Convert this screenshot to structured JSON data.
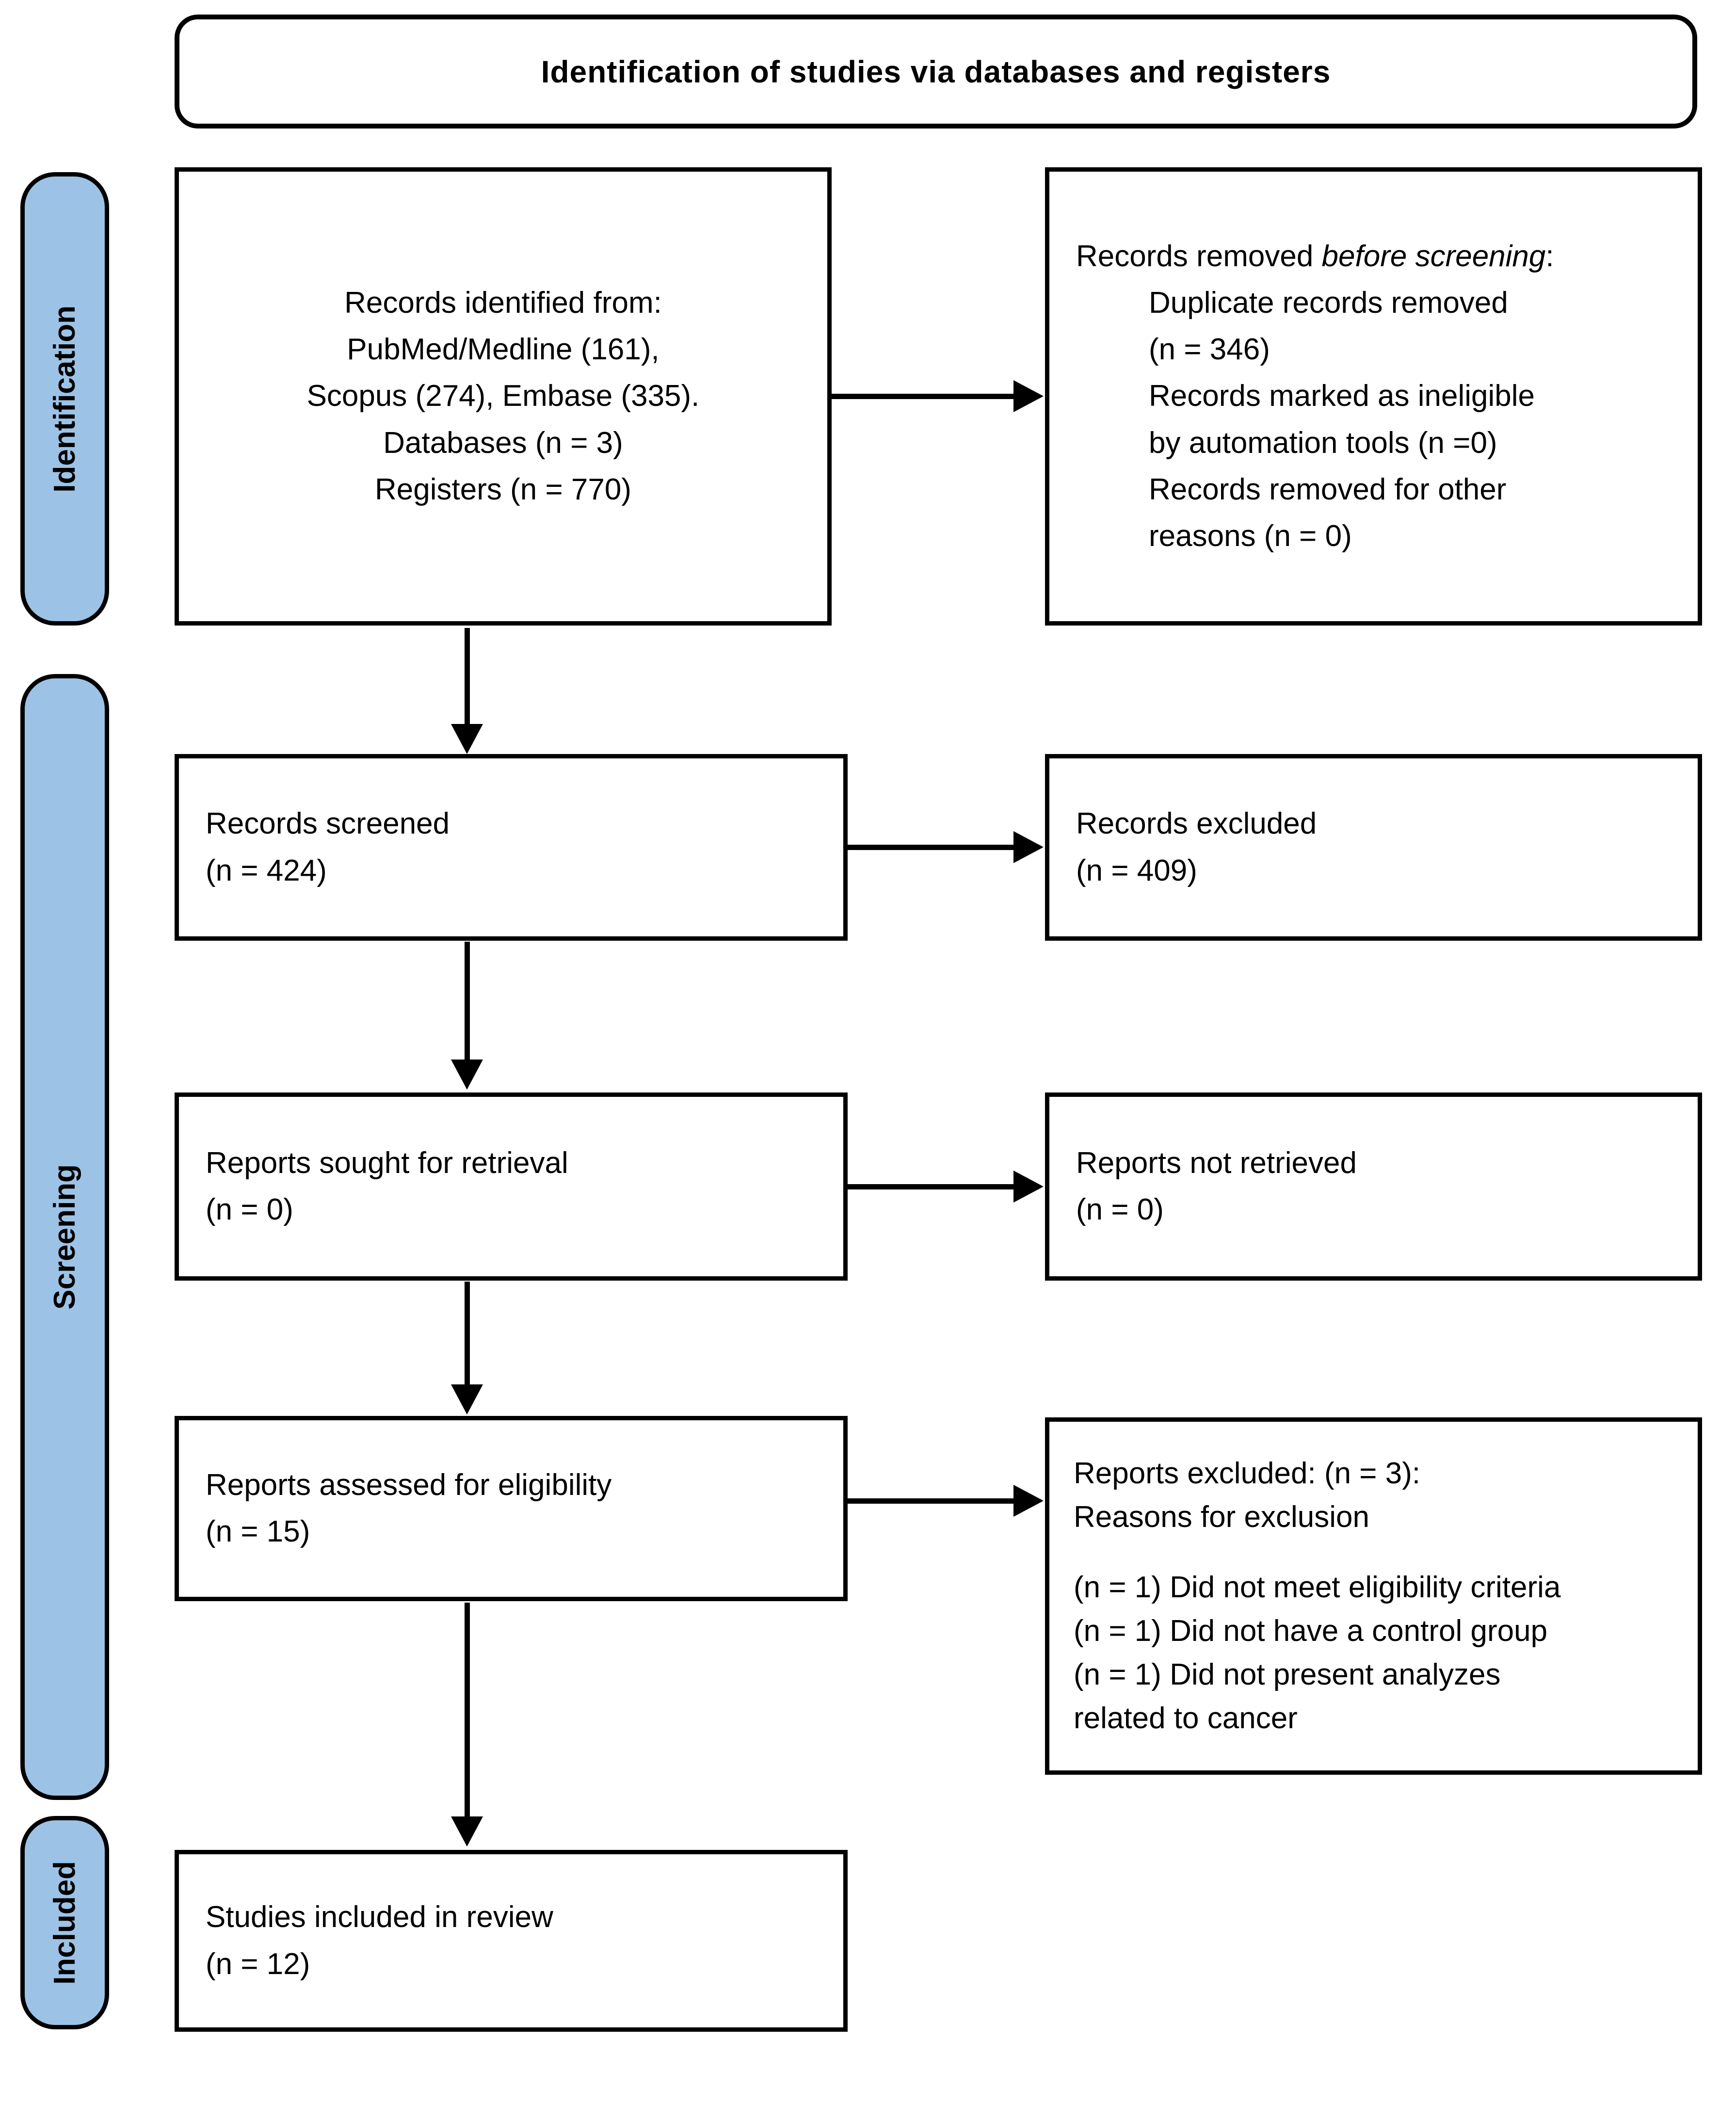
{
  "title": "Identification of studies via databases and registers",
  "colors": {
    "stage_fill": "#9CC3E6",
    "box_border": "#000000",
    "arrow": "#000000",
    "text": "#000000",
    "background": "#FFFFFF"
  },
  "stages": {
    "identification": "Identification",
    "screening": "Screening",
    "included": "Included"
  },
  "boxes": {
    "records_identified": {
      "lines": [
        "Records identified from:",
        "PubMed/Medline (161),",
        "Scopus (274), Embase (335).",
        "Databases (n = 3)",
        "Registers (n = 770)"
      ]
    },
    "records_removed": {
      "heading_prefix": "Records removed ",
      "heading_italic": "before screening",
      "heading_suffix": ":",
      "lines": [
        "Duplicate records removed",
        "(n = 346)",
        "Records marked as ineligible",
        "by automation tools (n =0)",
        "Records removed for other",
        "reasons (n = 0)"
      ]
    },
    "records_screened": {
      "lines": [
        "Records screened",
        "(n = 424)"
      ]
    },
    "records_excluded": {
      "lines": [
        "Records excluded",
        "(n = 409)"
      ]
    },
    "reports_sought": {
      "lines": [
        "Reports sought for retrieval",
        "(n = 0)"
      ]
    },
    "reports_not_retrieved": {
      "lines": [
        "Reports not retrieved",
        "(n = 0)"
      ]
    },
    "reports_assessed": {
      "lines": [
        "Reports assessed for eligibility",
        "(n = 15)"
      ]
    },
    "reports_excluded": {
      "lines": [
        "Reports excluded: (n = 3):",
        "Reasons for exclusion",
        "(n = 1) Did not meet eligibility criteria",
        "(n = 1) Did not have a control group",
        "(n = 1) Did not present analyzes",
        "related to cancer"
      ]
    },
    "studies_included": {
      "lines": [
        "Studies included in review",
        "(n = 12)"
      ]
    }
  }
}
